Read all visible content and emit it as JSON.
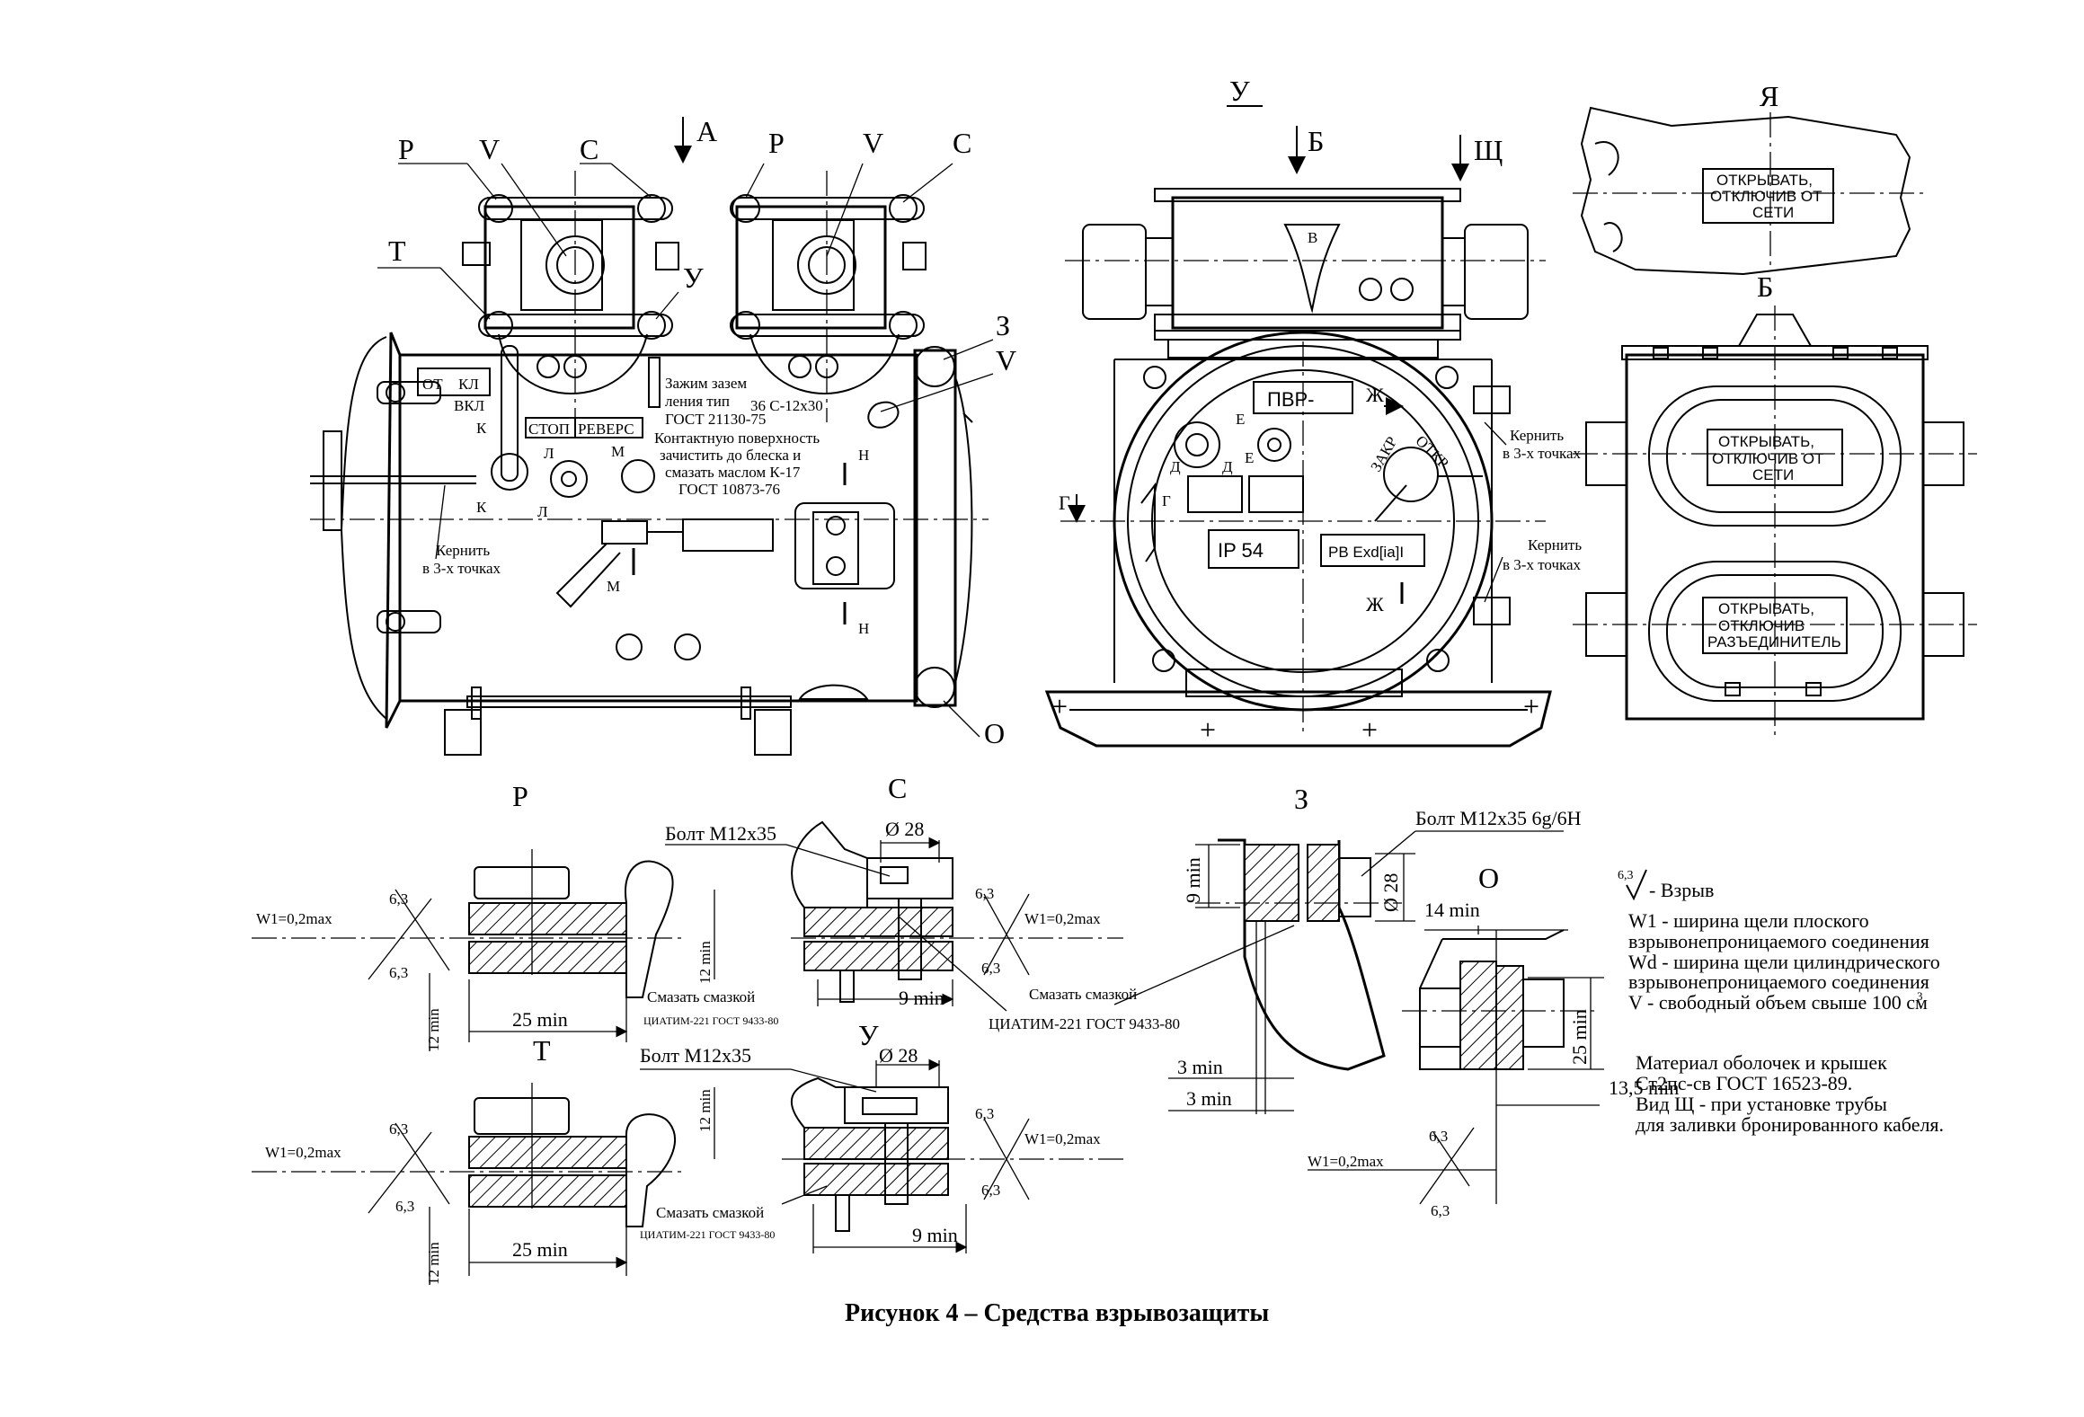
{
  "caption": "Рисунок 4 – Средства взрывозащиты",
  "view_letters": {
    "P1": "Р",
    "V1": "V",
    "C1": "С",
    "A": "А",
    "P2": "Р",
    "V2": "V",
    "C2": "С",
    "T": "Т",
    "U1": "У",
    "Z": "З",
    "V3": "V",
    "O": "О",
    "U_top": "У",
    "B1": "Б",
    "Sch": "Щ",
    "Ya": "Я",
    "B2": "Б",
    "P_sec": "Р",
    "C_sec": "С",
    "Z_sec": "З",
    "O_sec": "О",
    "T_sec": "Т",
    "U_sec": "У"
  },
  "front": {
    "ot": "ОТ",
    "kl": "КЛ",
    "vkl": "ВКЛ",
    "stop": "СТОП",
    "revers": "РЕВЕРС",
    "clamp_note": [
      "Зажим зазем",
      "ления тип",
      "ГОСТ 21130-75"
    ],
    "clamp_type": "36 С-12х30",
    "contact_note": [
      "Контактную поверхность",
      "зачистить до блеска и",
      "смазать маслом К-17",
      "ГОСТ 10873-76"
    ],
    "core_note": [
      "Кернить",
      "в 3-х точках"
    ],
    "sec_K": "К",
    "sec_L": "Л",
    "sec_M": "М",
    "sec_N": "Н"
  },
  "side": {
    "plate": "ПВР-",
    "ip": "IP 54",
    "exd": "РВ Exd[ia]I",
    "zakr": "ЗАКР",
    "otkr": "ОТКР",
    "sec_G": "Г",
    "sec_D": "Д",
    "sec_E": "Е",
    "sec_Zh": "Ж",
    "sec_V": "В",
    "core_note1": [
      "Кернить",
      "в 3-х точках"
    ],
    "core_note2": [
      "Кернить",
      "в 3-х точках"
    ]
  },
  "plates": {
    "ya": [
      "ОТКРЫВАТЬ,",
      "ОТКЛЮЧИВ ОТ",
      "СЕТИ"
    ],
    "b_top": [
      "ОТКРЫВАТЬ,",
      "ОТКЛЮЧИВ ОТ",
      "СЕТИ"
    ],
    "b_bottom": [
      "ОТКРЫВАТЬ,",
      "ОТКЛЮЧИВ",
      "РАЗЪЕДИНИТЕЛЬ"
    ]
  },
  "details": {
    "w1": "W1=0,2max",
    "rough": "6,3",
    "dim_25": "25 min",
    "dim_12": "12 min",
    "dim_9": "9 min",
    "dim_3": "3 min",
    "dim_14": "14 min",
    "dim_135": "13,5 min",
    "dia_28": "Ø 28",
    "bolt_m12": "Болт М12х35",
    "bolt_m12_fit": "Болт М12х35 6g/6H",
    "grease": "Смазать смазкой",
    "grease_spec_small": "ЦИАТИМ-221 ГОСТ 9433-80",
    "grease_spec": "ЦИАТИМ-221 ГОСТ 9433-80"
  },
  "notes": {
    "rough_sym": "6,3",
    "rough_label": "- Взрыв",
    "lines": [
      "W1 - ширина щели плоского",
      "взрывонепроницаемого соединения",
      "Wd - ширина щели цилиндрического",
      "взрывонепроницаемого соединения",
      "V - свободный объем свыше 100 см"
    ],
    "superscript": "3",
    "material": [
      "Материал оболочек и крышек",
      "Ст2пс-св ГОСТ 16523-89.",
      "Вид Щ - при установке трубы",
      "для заливки бронированного кабеля."
    ]
  }
}
